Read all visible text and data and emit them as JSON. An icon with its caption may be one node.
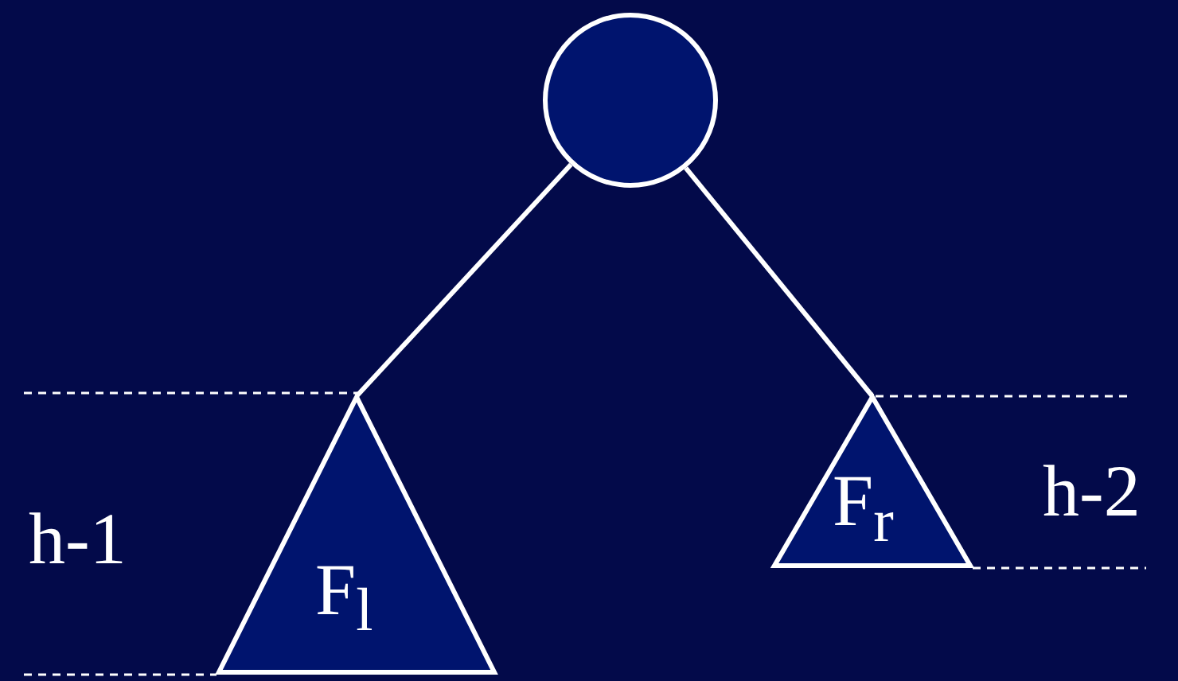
{
  "diagram": {
    "nodes": [
      {
        "text": [],
        "shape": "circle"
      },
      {
        "text": [
          "F$_{l}$"
        ]
      },
      {
        "text": [
          "F$_{r}$"
        ]
      }
    ],
    "edges": [
      {
        "from": 0,
        "to": 1,
        "arrow": "none"
      },
      {
        "from": 0,
        "to": 2,
        "arrow": "none"
      }
    ],
    "labels": [
      "h-1",
      "h-2"
    ]
  }
}
